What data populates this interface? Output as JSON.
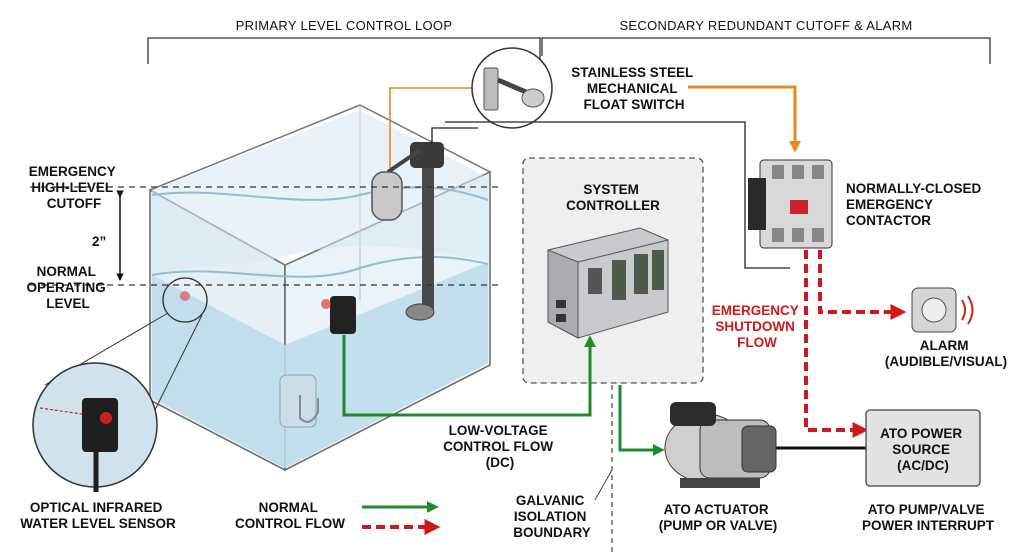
{
  "headers": {
    "primary": "PRIMARY LEVEL CONTROL LOOP",
    "secondary": "SECONDARY REDUNDANT CUTOFF & ALARM"
  },
  "labels": {
    "float_switch": [
      "STAINLESS STEEL",
      "MECHANICAL",
      "FLOAT SWITCH"
    ],
    "emergency_cutoff": [
      "EMERGENCY",
      "HIGH-LEVEL",
      "CUTOFF"
    ],
    "gap": "2”",
    "normal_level": [
      "NORMAL",
      "OPERATING",
      "LEVEL"
    ],
    "controller": [
      "SYSTEM",
      "CONTROLLER"
    ],
    "contactor": [
      "NORMALLY-CLOSED",
      "EMERGENCY",
      "CONTACTOR"
    ],
    "shutdown_flow": [
      "EMERGENCY",
      "SHUTDOWN",
      "FLOW"
    ],
    "alarm": [
      "ALARM",
      "(AUDIBLE/VISUAL)"
    ],
    "low_voltage": [
      "LOW-VOLTAGE",
      "CONTROL FLOW",
      "(DC)"
    ],
    "power_source": [
      "ATO POWER",
      "SOURCE",
      "(AC/DC)"
    ],
    "optical_sensor": [
      "OPTICAL INFRARED",
      "WATER LEVEL SENSOR"
    ],
    "legend": [
      "NORMAL",
      "CONTROL FLOW"
    ],
    "galvanic": [
      "GALVANIC",
      "ISOLATION",
      "BOUNDARY"
    ],
    "actuator": [
      "ATO ACTUATOR",
      "(PUMP OR VALVE)"
    ],
    "interrupt": [
      "ATO PUMP/VALVE",
      "POWER INTERRUPT"
    ]
  },
  "colors": {
    "normal_flow": "#1f8a2a",
    "shutdown_flow": "#d01818",
    "sensor_wire": "#e8891e",
    "water": "#bcd9ea",
    "outline": "#222222"
  }
}
